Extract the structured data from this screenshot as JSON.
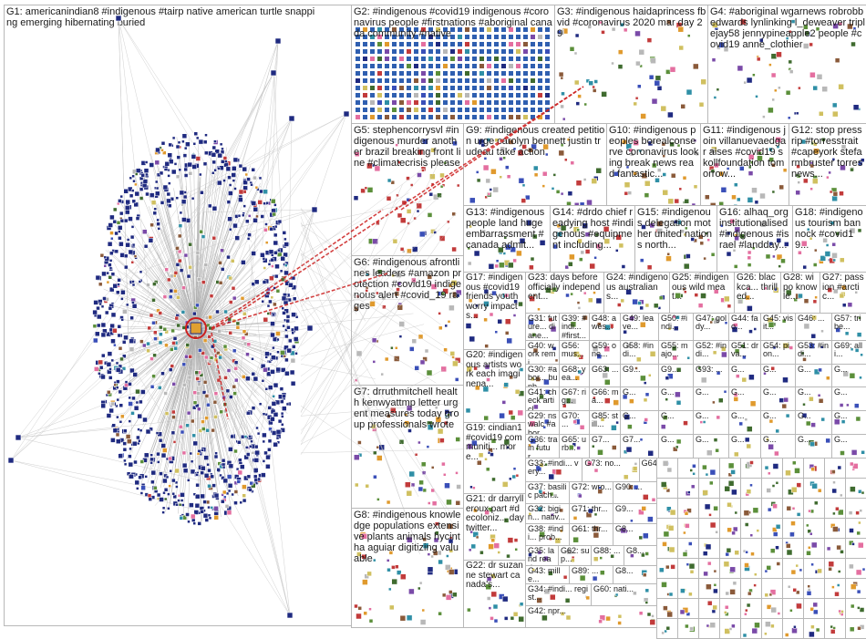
{
  "colors": {
    "accent_red": "#cc1f1f",
    "node_dark": "#1f2a80",
    "edge_grey": "#9a9a9a"
  },
  "groups": [
    {
      "id": "G1",
      "label": "G1: americanindian8 #indigenous #tairp native american turtle snapping emerging hibernating buried"
    },
    {
      "id": "G2",
      "label": "G2: #indigenous #covid19 indigenous #coronavirus people #firstnations #aboriginal canada community #native"
    },
    {
      "id": "G3",
      "label": "G3: #indigenous haidaprincess fb vid #coronavirus 2020 mar day 29"
    },
    {
      "id": "G4",
      "label": "G4: #aboriginal wgarnews robrobbedwards lynlinking l_deweaver triplejay58 jennypineapple2 people #covid19 anne_clothier"
    },
    {
      "id": "G5",
      "label": "G5: stephencorrysvl #indigenous murder another brazil breaking front line #climatecrisis please"
    },
    {
      "id": "G6",
      "label": "G6: #indigenous afrontlines leaders #amazon protection #covid19 indigenous alert #covid_19 rages"
    },
    {
      "id": "G7",
      "label": "G7: drruthmitchell health kenwyattmp letter urgent measures today group professionals wrote"
    },
    {
      "id": "G8",
      "label": "G8: #indigenous knowledge populations extensive plants animals hycintha aguiar digitizing valuable"
    },
    {
      "id": "G9",
      "label": "G9: #indigenous created petition urge carolyn bennett justin trudeau take action"
    },
    {
      "id": "G10",
      "label": "G10: #indigenous peoples borealconserve coronavirus looking break news read fantastic..."
    },
    {
      "id": "G11",
      "label": "G11: #indigenous join villanuevaedgar aises #covid19 skollfoundation tomorrow..."
    },
    {
      "id": "G12",
      "label": "G12: stop press rip #torresstrait #capeyork stefarmbruster torres news..."
    },
    {
      "id": "G13",
      "label": "G13: #indigenous people land huge embarrassment #canada admit..."
    },
    {
      "id": "G14",
      "label": "G14: #drdo chief readying host #indigenous #equipment including..."
    },
    {
      "id": "G15",
      "label": "G15: #indigenous delegation mother united nations north..."
    },
    {
      "id": "G16",
      "label": "G16: alhaq_org institutionalised #indigenous #israel #landday..."
    },
    {
      "id": "G17",
      "label": "G17: #indigenous #covid19 friends youth worry impacts..."
    },
    {
      "id": "G18",
      "label": "G18: #indigenous tourism bannock #covid19..."
    },
    {
      "id": "G19",
      "label": "G19: cindian1 #covid19 communiti... more..."
    },
    {
      "id": "G20",
      "label": "G20: #indigenous artists work each imaginena..."
    },
    {
      "id": "G21",
      "label": "G21: dr darrylleroux part #decoloniz... day twitter..."
    },
    {
      "id": "G22",
      "label": "G22: dr suzanne stewart canada's..."
    },
    {
      "id": "G23",
      "label": "G23: days before officially independent..."
    },
    {
      "id": "G24",
      "label": "G24: #indigenous australians..."
    },
    {
      "id": "G25",
      "label": "G25: #indigenous wild meat..."
    },
    {
      "id": "G26",
      "label": "G26: blackca... thrilled..."
    },
    {
      "id": "G27",
      "label": "G27: passion #arctic..."
    },
    {
      "id": "G28",
      "label": "G28: wipo knowle..."
    },
    {
      "id": "G29",
      "label": "G29: nswalc #abor..."
    },
    {
      "id": "G30",
      "label": "G30: #abor... bunb..."
    },
    {
      "id": "G31",
      "label": "G31: future... diane..."
    },
    {
      "id": "G32",
      "label": "G32: bigin... nativ..."
    },
    {
      "id": "G33",
      "label": "G33: #indi... very..."
    },
    {
      "id": "G34",
      "label": "G34: #indi... regist..."
    },
    {
      "id": "G35",
      "label": "G35: land read..."
    },
    {
      "id": "G36",
      "label": "G36: train futur..."
    },
    {
      "id": "G37",
      "label": "G37: basilic pach..."
    },
    {
      "id": "G38",
      "label": "G38: #indi... prob..."
    },
    {
      "id": "G39",
      "label": "G39: #indi... #first..."
    },
    {
      "id": "G40",
      "label": "G40: work remi..."
    },
    {
      "id": "G41",
      "label": "G41: check articl..."
    },
    {
      "id": "G42",
      "label": "G42: npr..."
    },
    {
      "id": "G43",
      "label": "G43: mille..."
    },
    {
      "id": "G44",
      "label": "G44: fao..."
    },
    {
      "id": "G45",
      "label": "G45: visit..."
    },
    {
      "id": "G46",
      "label": "G46: ..."
    },
    {
      "id": "G47",
      "label": "G47: goldy..."
    },
    {
      "id": "G48",
      "label": "G48: awes..."
    },
    {
      "id": "G49",
      "label": "G49: leave..."
    },
    {
      "id": "G50",
      "label": "G50: #indi..."
    },
    {
      "id": "G51",
      "label": "G51: drva..."
    },
    {
      "id": "G52",
      "label": "G52: #indi..."
    },
    {
      "id": "G53",
      "label": "G53: #indi..."
    },
    {
      "id": "G54",
      "label": "G54: pion..."
    },
    {
      "id": "G55",
      "label": "G55: majo..."
    },
    {
      "id": "G56",
      "label": "G56: mus..."
    },
    {
      "id": "G57",
      "label": "G57: tribe..."
    },
    {
      "id": "G58",
      "label": "G58: #indi..."
    },
    {
      "id": "G59",
      "label": "G59: one..."
    },
    {
      "id": "G60",
      "label": "G60: nati..."
    },
    {
      "id": "G61",
      "label": "G61: thr..."
    },
    {
      "id": "G62",
      "label": "G62: sup..."
    },
    {
      "id": "G63",
      "label": "G63: ..."
    },
    {
      "id": "G64",
      "label": "G64: gov..."
    },
    {
      "id": "G65",
      "label": "G65: urb..."
    },
    {
      "id": "G66",
      "label": "G66: ma..."
    },
    {
      "id": "G67",
      "label": "G67: rig..."
    },
    {
      "id": "G68",
      "label": "G68: yea..."
    },
    {
      "id": "G69",
      "label": "G69: alli..."
    },
    {
      "id": "G70",
      "label": "G70: ..."
    },
    {
      "id": "G71",
      "label": "G71: thr..."
    },
    {
      "id": "G72",
      "label": "G72: wro..."
    },
    {
      "id": "G73",
      "label": "G73: no..."
    },
    {
      "id": "G85",
      "label": "G85: still..."
    },
    {
      "id": "G88",
      "label": "G88: ..."
    },
    {
      "id": "G89",
      "label": "G89: ..."
    },
    {
      "id": "G90",
      "label": "G90: ..."
    },
    {
      "id": "G93",
      "label": "G93: ..."
    },
    {
      "id": "G9x_a",
      "label": "G9..."
    },
    {
      "id": "G9x_b",
      "label": "G9..."
    },
    {
      "id": "G9x_c",
      "label": "G9..."
    },
    {
      "id": "G8x_a",
      "label": "G8..."
    },
    {
      "id": "G8x_b",
      "label": "G8..."
    },
    {
      "id": "G8x_c",
      "label": "G8..."
    },
    {
      "id": "G8x_d",
      "label": "G8..."
    },
    {
      "id": "G7x_a",
      "label": "G7..."
    },
    {
      "id": "G7x_b",
      "label": "G7..."
    },
    {
      "id": "Gx_a",
      "label": "G..."
    },
    {
      "id": "Gx_b",
      "label": "G..."
    },
    {
      "id": "Gx_c",
      "label": "G..."
    },
    {
      "id": "Gx_d",
      "label": "G..."
    },
    {
      "id": "Gx_e",
      "label": "G..."
    },
    {
      "id": "Gx_f",
      "label": "G..."
    },
    {
      "id": "Gx_g",
      "label": "G..."
    },
    {
      "id": "Gx_h",
      "label": "G..."
    },
    {
      "id": "Gx_i",
      "label": "G..."
    },
    {
      "id": "Gx_j",
      "label": "G..."
    },
    {
      "id": "Gx_k",
      "label": "G..."
    },
    {
      "id": "Gx_l",
      "label": "G..."
    },
    {
      "id": "Gx_m",
      "label": "G..."
    },
    {
      "id": "Gx_n",
      "label": "G..."
    },
    {
      "id": "Gx_o",
      "label": "G..."
    },
    {
      "id": "Gx_p",
      "label": "G..."
    },
    {
      "id": "Gx_q",
      "label": "G..."
    },
    {
      "id": "Gx_r",
      "label": "G..."
    },
    {
      "id": "Gx_s",
      "label": "G..."
    },
    {
      "id": "Gx_t",
      "label": "G..."
    },
    {
      "id": "Gx_u",
      "label": "G..."
    },
    {
      "id": "Gx_v",
      "label": "G..."
    },
    {
      "id": "Gx_w",
      "label": "G..."
    },
    {
      "id": "Gx_x",
      "label": "G..."
    },
    {
      "id": "Gx_y",
      "label": "G..."
    },
    {
      "id": "Gx_z",
      "label": "G..."
    }
  ]
}
